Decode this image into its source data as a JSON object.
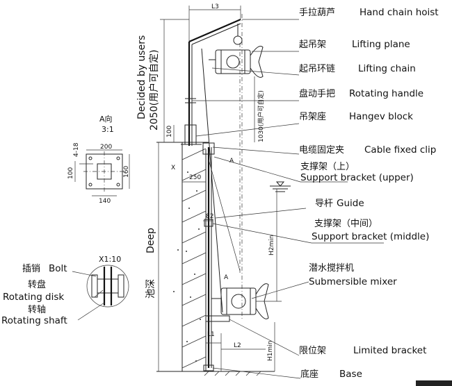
{
  "callouts": [
    {
      "cn": "手拉葫芦",
      "en": "Hand chain hoist"
    },
    {
      "cn": "起吊架",
      "en": "Lifting plane"
    },
    {
      "cn": "起吊环链",
      "en": "Lifting chain"
    },
    {
      "cn": "盘动手把",
      "en": "Rotating handle"
    },
    {
      "cn": "吊架座",
      "en": "Hangev block"
    },
    {
      "cn": "电缆固定夹",
      "en": "Cable fixed clip"
    },
    {
      "cn": "支撑架（上）",
      "en": "Support bracket (upper)"
    },
    {
      "cn": "导杆",
      "en": "Guide"
    },
    {
      "cn": "支撑架（中间）",
      "en": "Support bracket (middle)"
    },
    {
      "cn": "潜水搅拌机",
      "en": "Submersible mixer"
    },
    {
      "cn": "限位架",
      "en": "Limited bracket"
    },
    {
      "cn": "底座",
      "en": "Base"
    }
  ],
  "left_parts": [
    {
      "cn": "插销",
      "en": "Bolt"
    },
    {
      "cn": "转盘",
      "en": "Rotating disk"
    },
    {
      "cn": "转轴",
      "en": "Rotating shaft"
    }
  ],
  "vertical_texts": {
    "decided_en": "Decided by users",
    "decided_cn": "2050(用户可自定)",
    "small_1030": "1030(用户可自定)",
    "deep_en": "Deep",
    "deep_cn": "池深"
  },
  "views": {
    "a_view_title": "A向",
    "a_view_scale": "3:1",
    "x_view_title": "X1:10"
  },
  "dimensions": {
    "l3": "L3",
    "l1": "L1",
    "l2": "L2",
    "d100": "100",
    "d200": "200",
    "d4_18": "4-18",
    "d100b": "100",
    "d160": "160",
    "d140": "140",
    "d250": "250",
    "d82": "82",
    "h2min": "H2min",
    "h1min": "H1min",
    "x": "X",
    "a1": "A",
    "a2": "A"
  }
}
